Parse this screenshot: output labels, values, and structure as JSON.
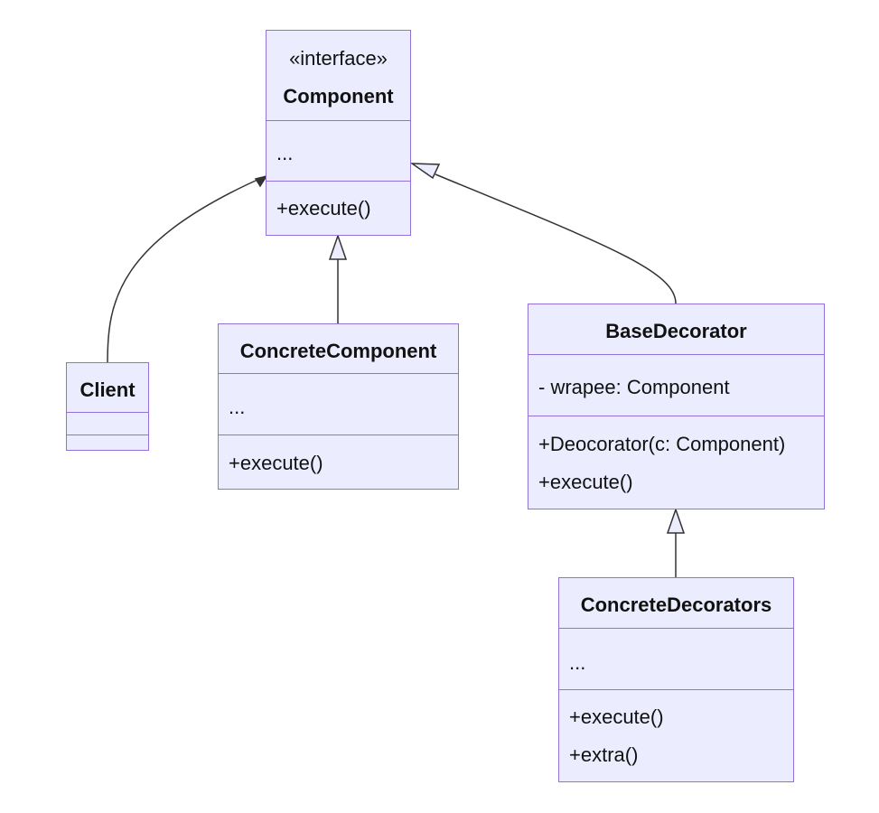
{
  "diagram": {
    "classes": {
      "component": {
        "stereotype": "«interface»",
        "name": "Component",
        "attributes": [
          "..."
        ],
        "methods": [
          "+execute()"
        ]
      },
      "client": {
        "name": "Client",
        "attributes": [],
        "methods": []
      },
      "concrete_component": {
        "name": "ConcreteComponent",
        "attributes": [
          "..."
        ],
        "methods": [
          "+execute()"
        ]
      },
      "base_decorator": {
        "name": "BaseDecorator",
        "attributes": [
          "- wrapee: Component"
        ],
        "methods": [
          "+Deocorator(c: Component)",
          "+execute()"
        ]
      },
      "concrete_decorators": {
        "name": "ConcreteDecorators",
        "attributes": [
          "..."
        ],
        "methods": [
          "+execute()",
          "+extra()"
        ]
      }
    },
    "colors": {
      "fill": "#ececff",
      "stroke": "#9370db",
      "edge": "#333333",
      "text": "#111111"
    }
  }
}
